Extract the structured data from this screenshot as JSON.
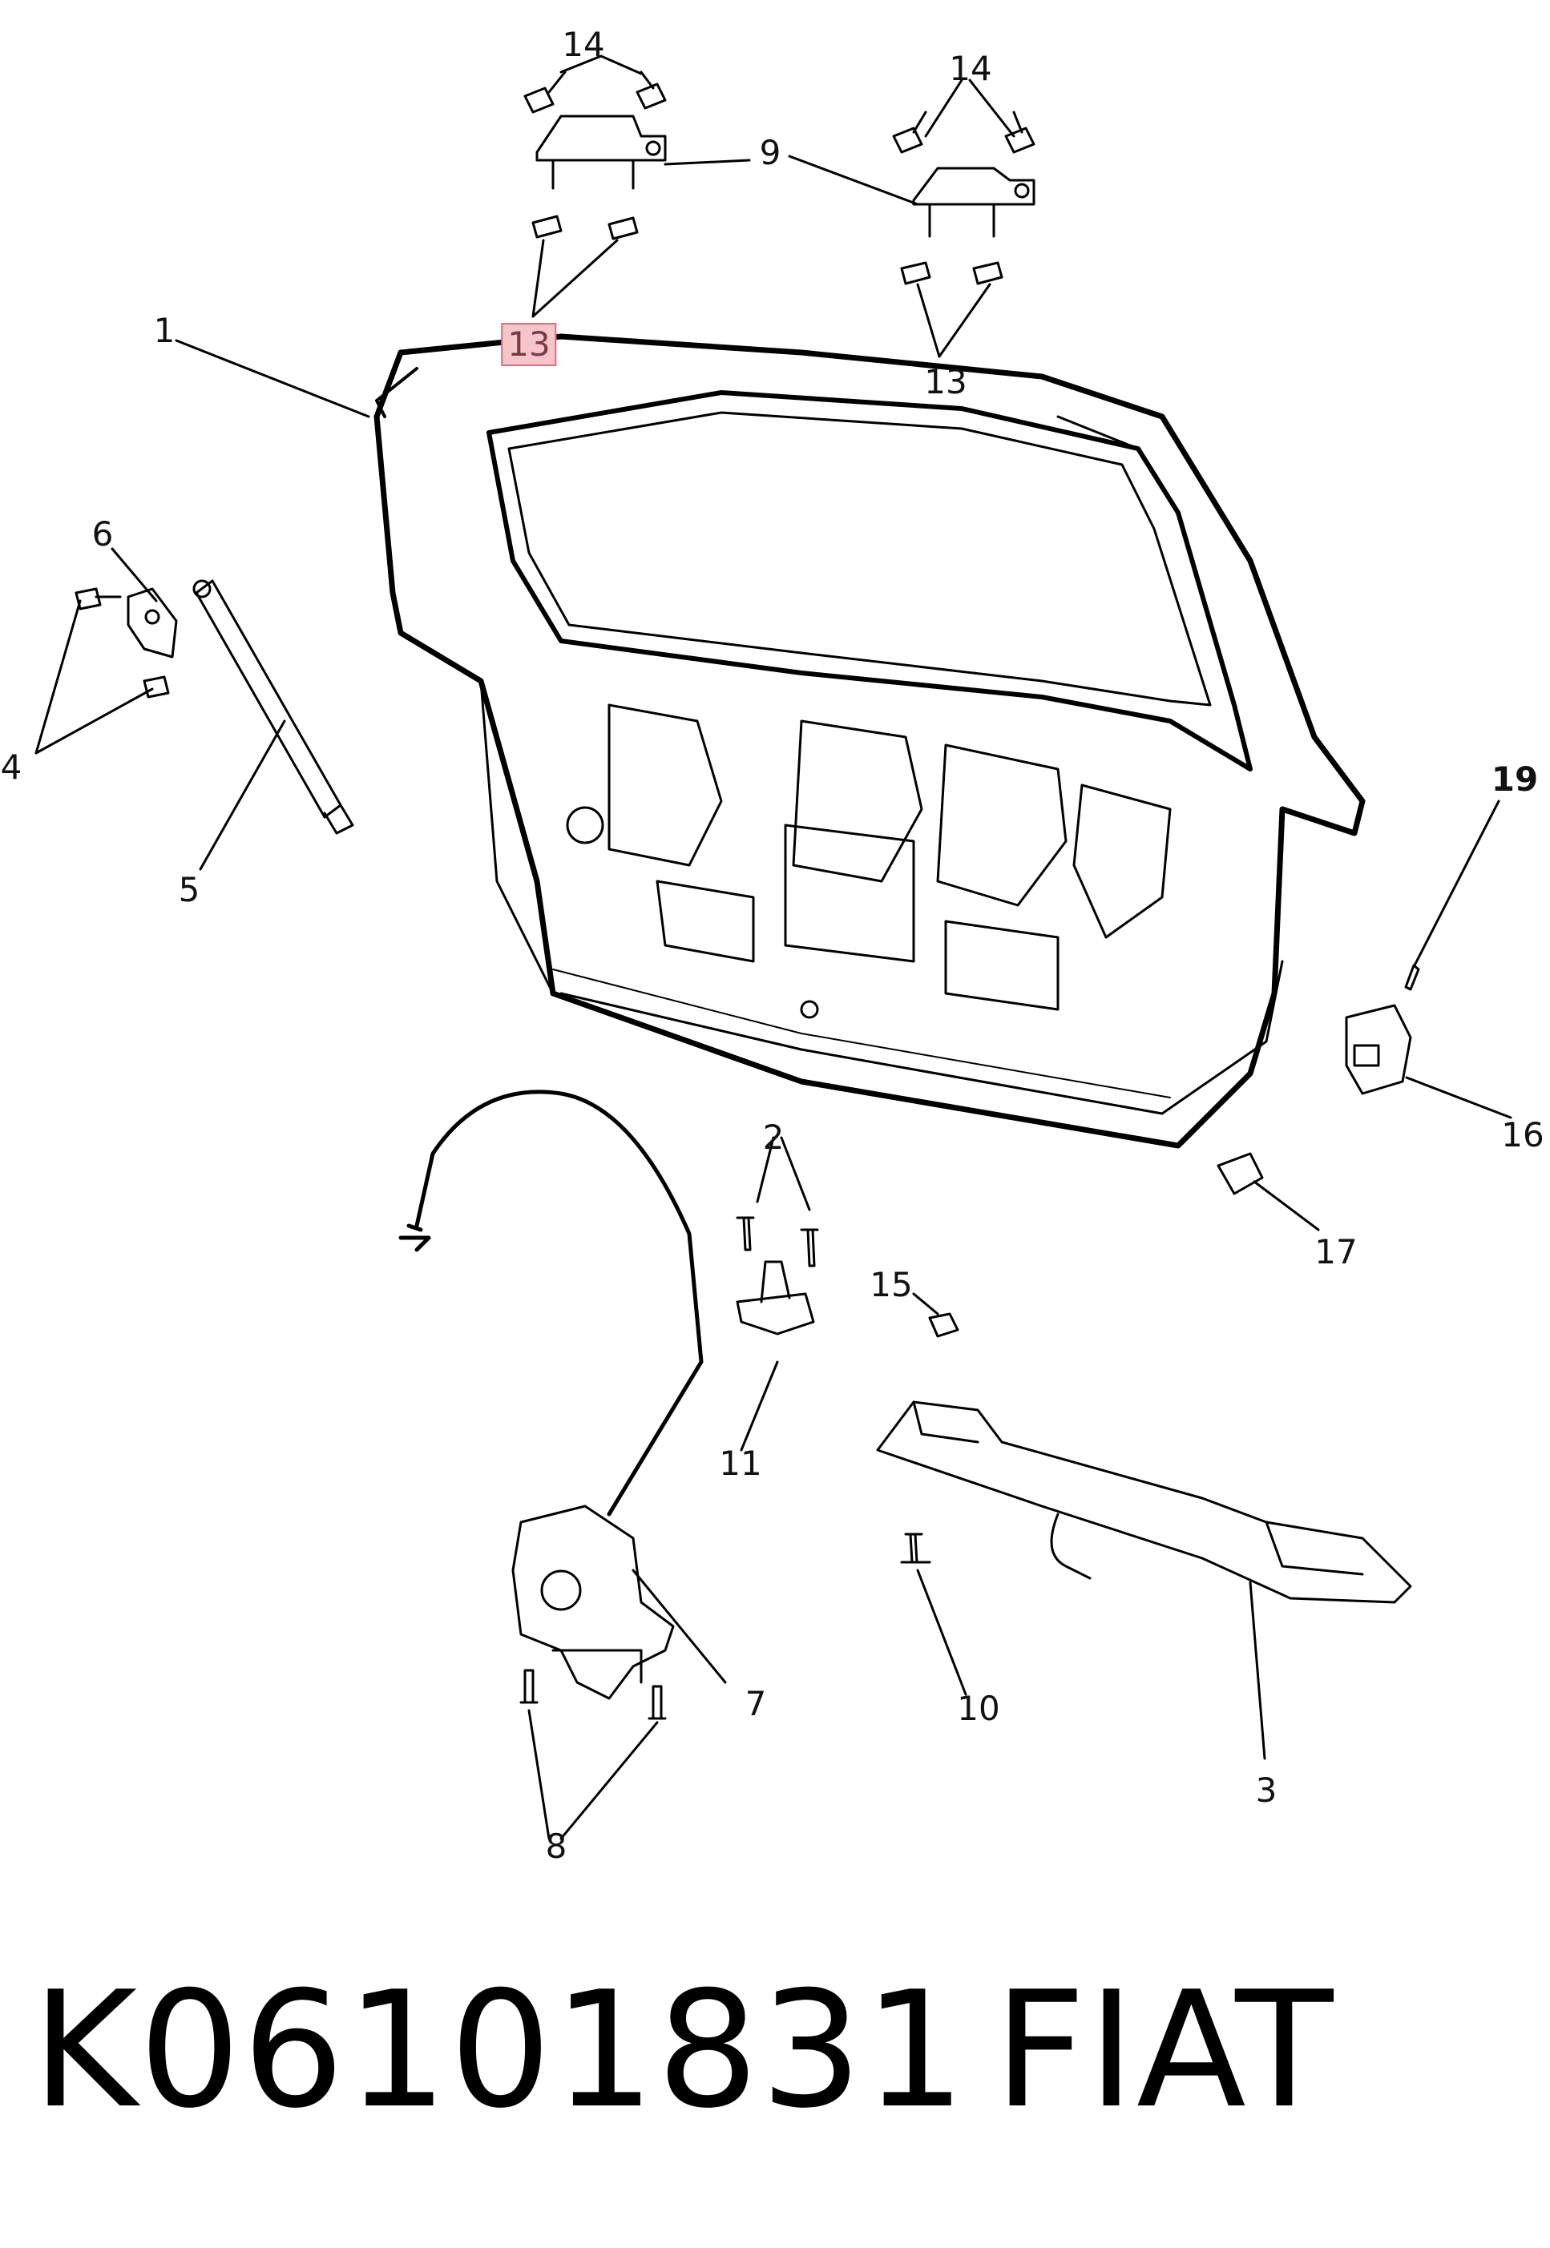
{
  "callouts": {
    "c1": "1",
    "c2": "2",
    "c3": "3",
    "c4": "4",
    "c5": "5",
    "c6": "6",
    "c7": "7",
    "c8": "8",
    "c9": "9",
    "c10": "10",
    "c11": "11",
    "c13_highlighted": "13",
    "c13_right": "13",
    "c14_left": "14",
    "c14_right": "14",
    "c15": "15",
    "c16": "16",
    "c17": "17",
    "c19": "19"
  },
  "footer": {
    "part_number": "K06101831",
    "brand": "FIAT"
  },
  "colors": {
    "line": "#000000",
    "highlight_fill": "#f4c6cc",
    "highlight_border": "#d9707e"
  }
}
